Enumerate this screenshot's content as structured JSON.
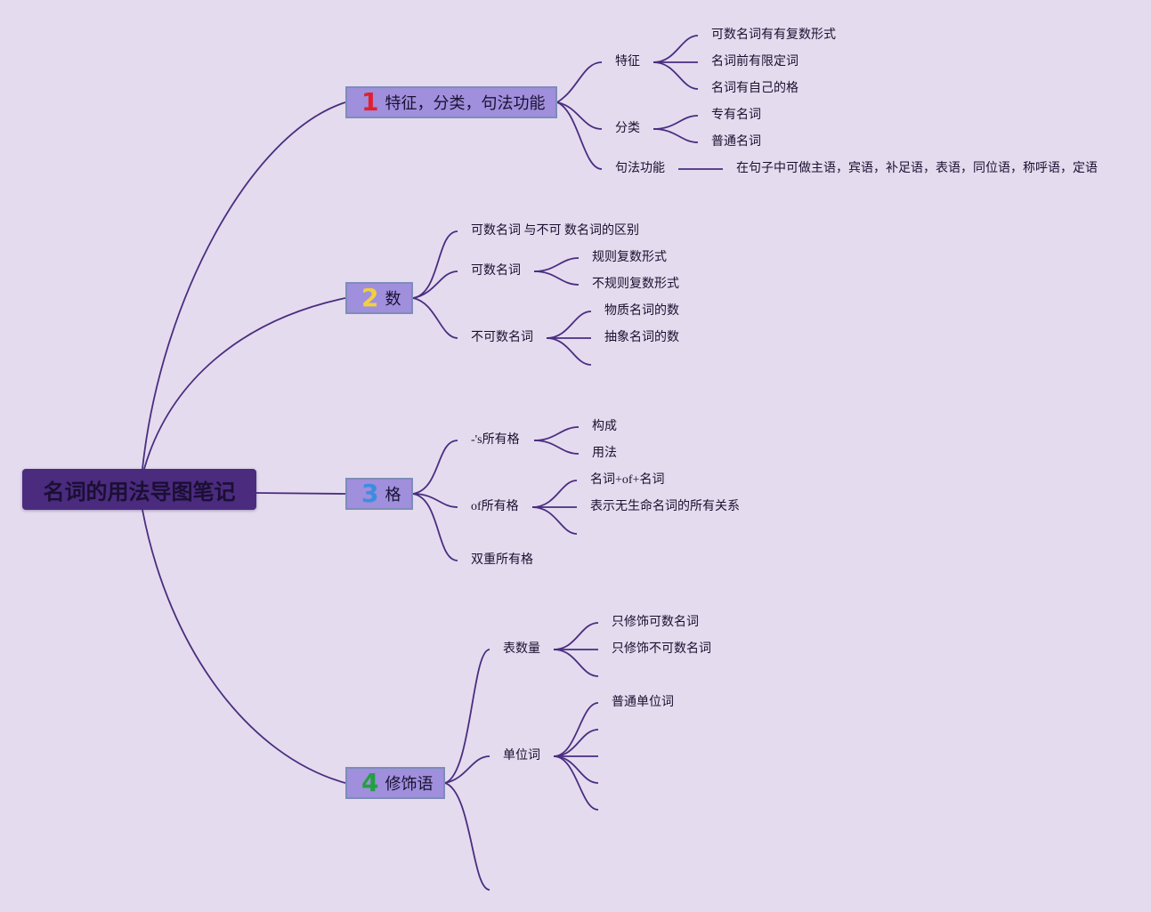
{
  "root": {
    "title": "名词的用法导图笔记"
  },
  "branches": [
    {
      "number": "1",
      "title": "特征，分类，句法功能",
      "color": "#e02030"
    },
    {
      "number": "2",
      "title": "数",
      "color": "#f0d040"
    },
    {
      "number": "3",
      "title": "格",
      "color": "#3a8ee0"
    },
    {
      "number": "4",
      "title": "修饰语",
      "color": "#23a040"
    }
  ],
  "b1": {
    "features": {
      "label": "特征",
      "items": [
        "可数名词有有复数形式",
        "名词前有限定词",
        "名词有自己的格"
      ]
    },
    "classes": {
      "label": "分类",
      "items": [
        "专有名词",
        "普通名词"
      ]
    },
    "syntax": {
      "label": "句法功能",
      "items": [
        "在句子中可做主语，宾语，补足语，表语，同位语，称呼语，定语"
      ]
    }
  },
  "b2": {
    "difference": {
      "label": "可数名词 与不可 数名词的区别"
    },
    "countable": {
      "label": "可数名词",
      "items": [
        "规则复数形式",
        "不规则复数形式"
      ]
    },
    "uncountable": {
      "label": "不可数名词",
      "items": [
        "物质名词的数",
        "抽象名词的数"
      ]
    }
  },
  "b3": {
    "s_case": {
      "label": "-'s所有格",
      "items": [
        "构成",
        "用法"
      ]
    },
    "of_case": {
      "label": "of所有格",
      "items": [
        "名词+of+名词",
        "表示无生命名词的所有关系"
      ]
    },
    "double": {
      "label": "双重所有格"
    }
  },
  "b4": {
    "quantity": {
      "label": "表数量",
      "items": [
        "只修饰可数名词",
        "只修饰不可数名词"
      ]
    },
    "unit": {
      "label": "单位词",
      "items": [
        "普通单位词"
      ]
    }
  },
  "colors": {
    "background": "#e4dbee",
    "connector": "#4a2d80",
    "root_fill": "#4a2b7e",
    "branch_fill": "#9f8fdc"
  }
}
